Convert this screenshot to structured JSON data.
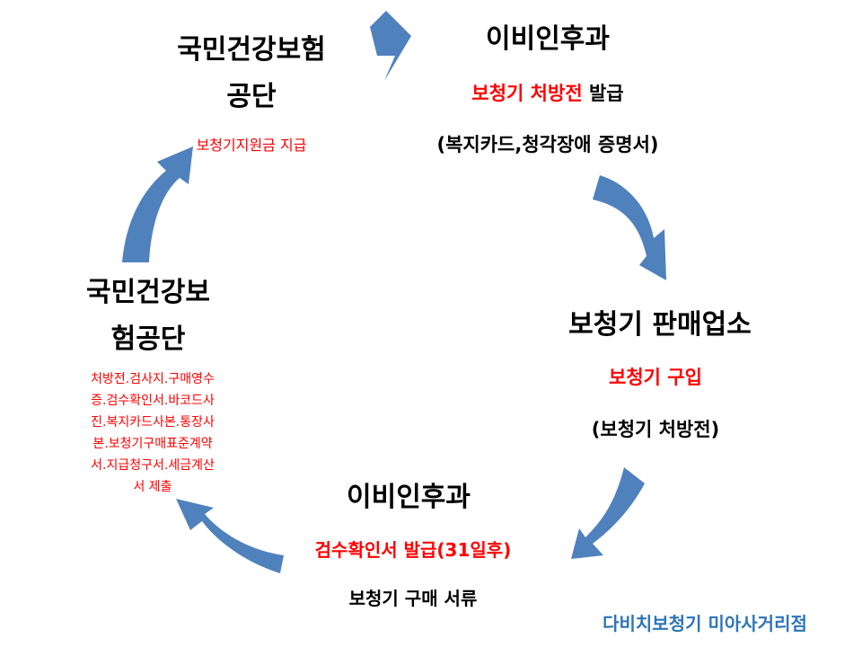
{
  "arrow_color": "#4f81bd",
  "accent_red": "#ff0000",
  "footer_color": "#2e75b6",
  "top_left": {
    "title_line1": "국민건강보험",
    "title_line2": "공단",
    "note": "보청기지원금 지급"
  },
  "top_right": {
    "title": "이비인후과",
    "line1_red": "보청기 처방전",
    "line1_black": " 발급",
    "line2": "(복지카드,청각장애 증명서)"
  },
  "right": {
    "title": "보청기 판매업소",
    "line1": "보청기 구입",
    "line2": "(보청기 처방전)"
  },
  "bottom": {
    "title": "이비인후과",
    "line1": "검수확인서 발급(31일후)",
    "line2": "보청기 구매 서류"
  },
  "left": {
    "title_line1": "국민건강보",
    "title_line2": "험공단",
    "docs": [
      "처방전.검사지.구매영수",
      "증.검수확인서.바코드사",
      "진.복지카드사본.통장사",
      "본.보청기구매표준계약",
      "서.지급청구서.세금계산",
      "서 제출"
    ]
  },
  "footer": "다비치보청기 미아사거리점"
}
